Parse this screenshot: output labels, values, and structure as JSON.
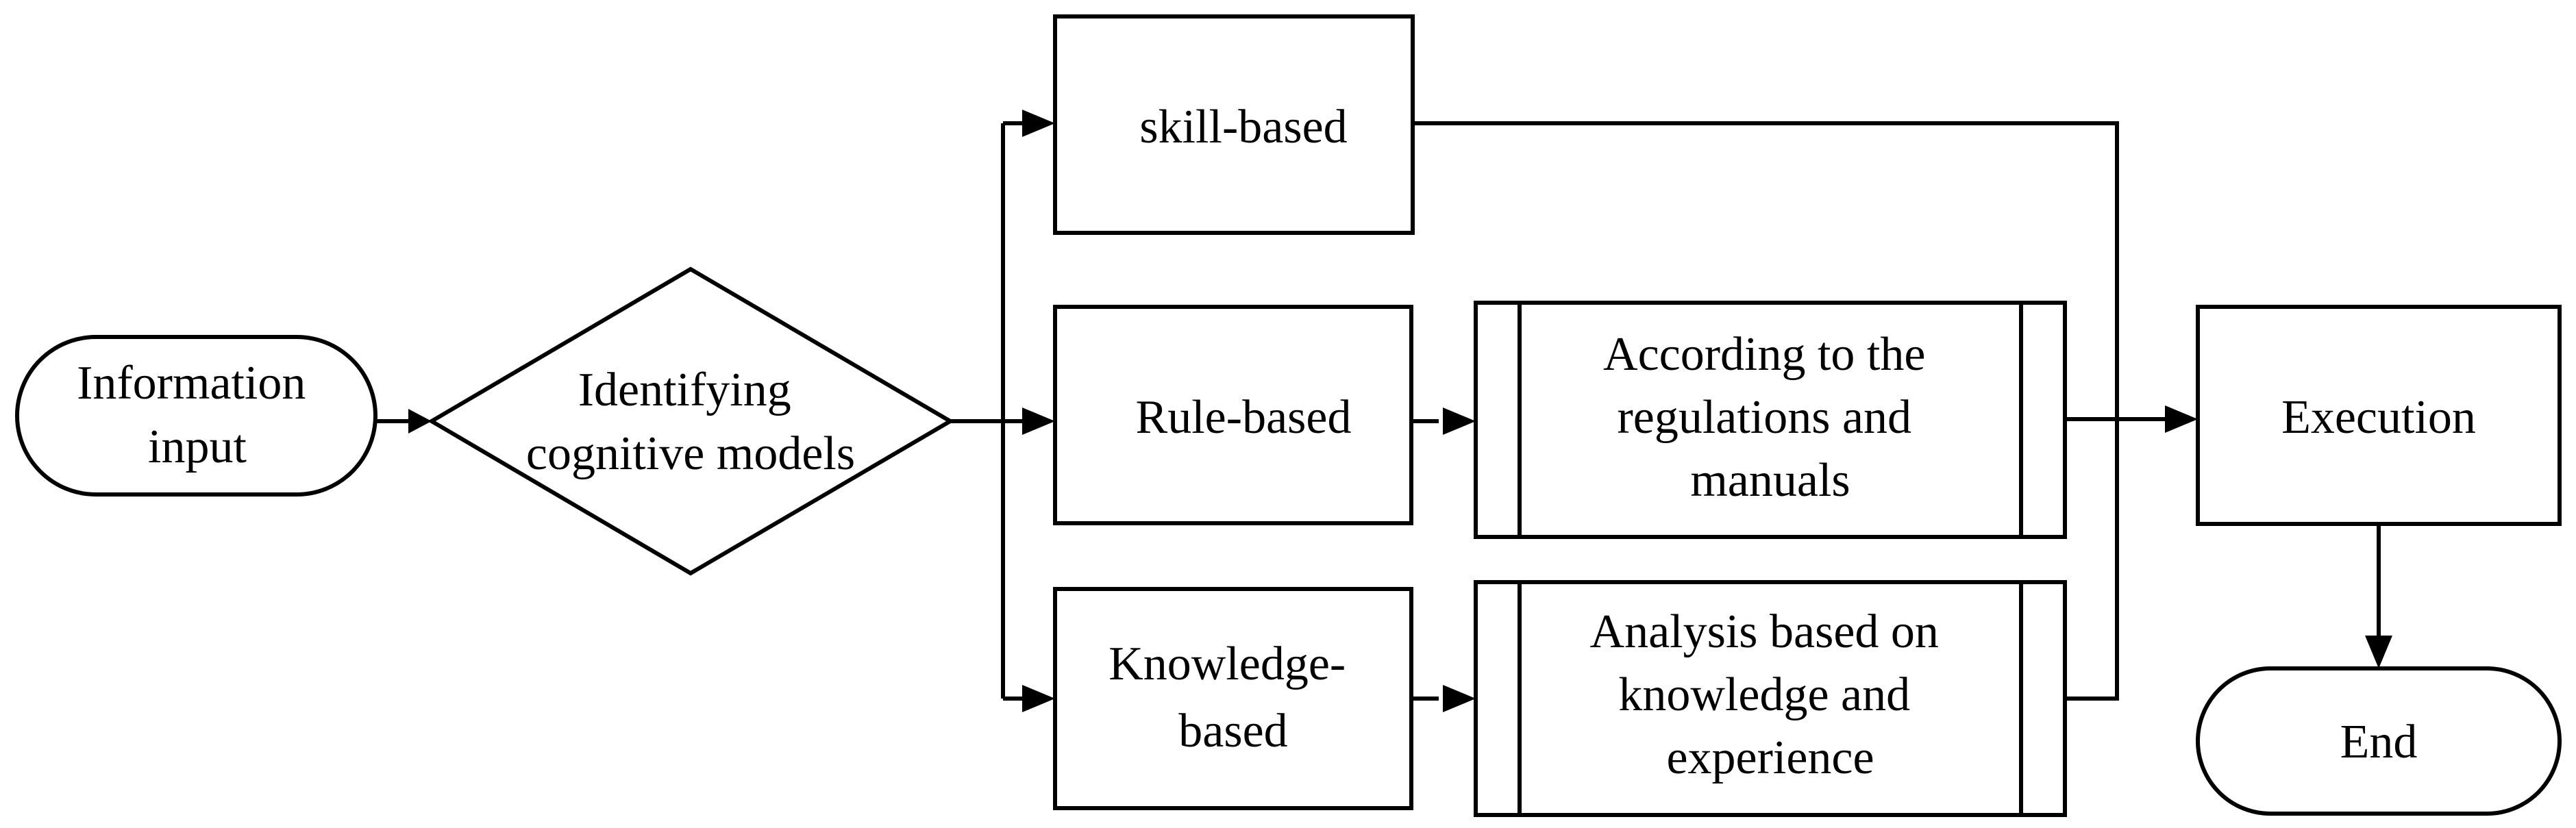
{
  "nodes": {
    "information_input": {
      "lines": [
        "Information",
        "input"
      ]
    },
    "identify_models": {
      "lines": [
        "Identifying",
        "cognitive models"
      ]
    },
    "skill_based": {
      "lines": [
        "skill-based"
      ]
    },
    "rule_based": {
      "lines": [
        "Rule-based"
      ]
    },
    "knowledge_based": {
      "lines": [
        "Knowledge-",
        "based"
      ]
    },
    "regulations_manuals": {
      "lines": [
        "According to the",
        "regulations and",
        "manuals"
      ]
    },
    "knowledge_experience": {
      "lines": [
        "Analysis based on",
        "knowledge and",
        "experience"
      ]
    },
    "execution": {
      "lines": [
        "Execution"
      ]
    },
    "end": {
      "lines": [
        "End"
      ]
    }
  }
}
